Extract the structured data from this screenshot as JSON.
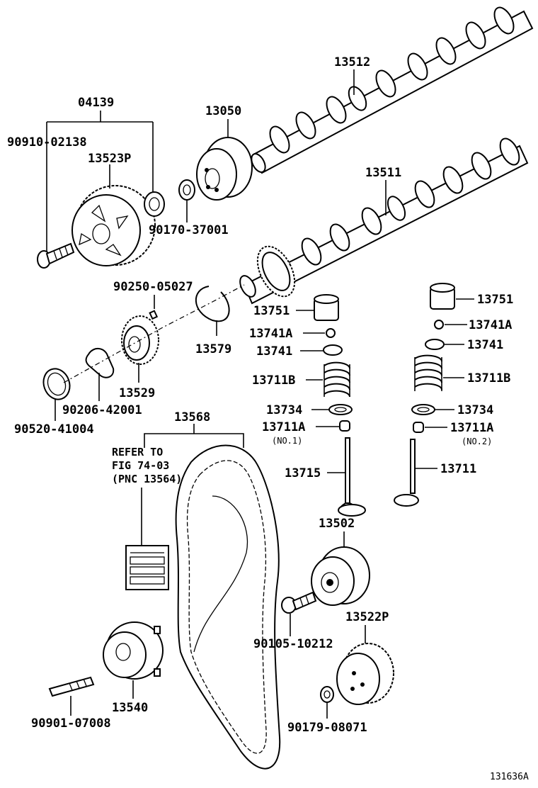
{
  "labels": {
    "p04139": "04139",
    "p90910_02138": "90910-02138",
    "p13523P": "13523P",
    "p90170_37001": "90170-37001",
    "p13050": "13050",
    "p13512": "13512",
    "p13511": "13511",
    "p90250_05027": "90250-05027",
    "p13579": "13579",
    "p13529": "13529",
    "p90206_42001": "90206-42001",
    "p90520_41004": "90520-41004",
    "p13568": "13568",
    "p13751_a": "13751",
    "p13741A_a": "13741A",
    "p13741_a": "13741",
    "p13711B_a": "13711B",
    "p13734_a": "13734",
    "p13711A_a": "13711A",
    "p13715": "13715",
    "p13751_b": "13751",
    "p13741A_b": "13741A",
    "p13741_b": "13741",
    "p13711B_b": "13711B",
    "p13734_b": "13734",
    "p13711A_b": "13711A",
    "p13711": "13711",
    "p13502": "13502",
    "p90105_10212": "90105-10212",
    "p13522P": "13522P",
    "p90179_08071": "90179-08071",
    "p13540": "13540",
    "p90901_07008": "90901-07008"
  },
  "notes": {
    "no1": "(NO.1)",
    "no2": "(NO.2)",
    "refer_line1": "REFER TO",
    "refer_line2": "FIG 74-03",
    "refer_line3": "(PNC 13564)"
  },
  "figure_code": "131636A"
}
